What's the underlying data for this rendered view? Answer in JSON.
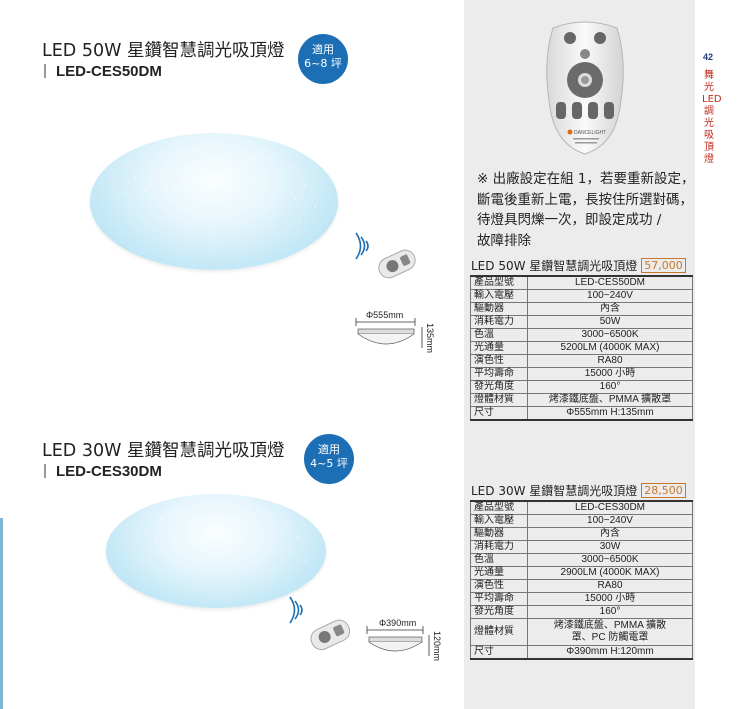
{
  "colors": {
    "accent_blue": "#1c6fb5",
    "price_orange": "#c8782a",
    "vertical_red": "#c42a1c",
    "page_num_blue": "#1f3a77",
    "panel_gray": "#ececec"
  },
  "page": {
    "number": "42",
    "side_label": "舞光LED調光吸頂燈"
  },
  "note": {
    "lines": [
      "※ 出廠設定在組 1，若要重新設定，",
      "斷電後重新上電，長按住所選對碼，",
      "待燈具閃爍一次，即設定成功 /",
      "故障排除"
    ]
  },
  "remote": {
    "brand": "DANCELIGHT"
  },
  "products": [
    {
      "title": "LED 50W 星鑽智慧調光吸頂燈",
      "model": "LED-CES50DM",
      "badge": [
        "適用",
        "6~8 坪"
      ],
      "dim_diameter": "Φ555mm",
      "dim_height": "135mm",
      "spec_title": "LED 50W 星鑽智慧調光吸頂燈",
      "price": "57,000",
      "specs": [
        [
          "產品型號",
          "LED-CES50DM"
        ],
        [
          "輸入電壓",
          "100~240V"
        ],
        [
          "驅動器",
          "內含"
        ],
        [
          "消耗電力",
          "50W"
        ],
        [
          "色溫",
          "3000~6500K"
        ],
        [
          "光通量",
          "5200LM (4000K MAX)"
        ],
        [
          "演色性",
          "RA80"
        ],
        [
          "平均壽命",
          "15000 小時"
        ],
        [
          "發光角度",
          "160°"
        ],
        [
          "燈體材質",
          "烤漆鐵底盤、PMMA 擴散罩"
        ],
        [
          "尺寸",
          "Φ555mm H:135mm"
        ]
      ]
    },
    {
      "title": "LED 30W 星鑽智慧調光吸頂燈",
      "model": "LED-CES30DM",
      "badge": [
        "適用",
        "4~5 坪"
      ],
      "dim_diameter": "Φ390mm",
      "dim_height": "120mm",
      "spec_title": "LED 30W 星鑽智慧調光吸頂燈",
      "price": "28,500",
      "specs": [
        [
          "產品型號",
          "LED-CES30DM"
        ],
        [
          "輸入電壓",
          "100~240V"
        ],
        [
          "驅動器",
          "內含"
        ],
        [
          "消耗電力",
          "30W"
        ],
        [
          "色溫",
          "3000~6500K"
        ],
        [
          "光通量",
          "2900LM (4000K MAX)"
        ],
        [
          "演色性",
          "RA80"
        ],
        [
          "平均壽命",
          "15000 小時"
        ],
        [
          "發光角度",
          "160°"
        ],
        [
          "燈體材質",
          "烤漆鐵底盤、PMMA 擴散罩、PC 防觸電罩"
        ],
        [
          "尺寸",
          "Φ390mm H:120mm"
        ]
      ]
    }
  ]
}
